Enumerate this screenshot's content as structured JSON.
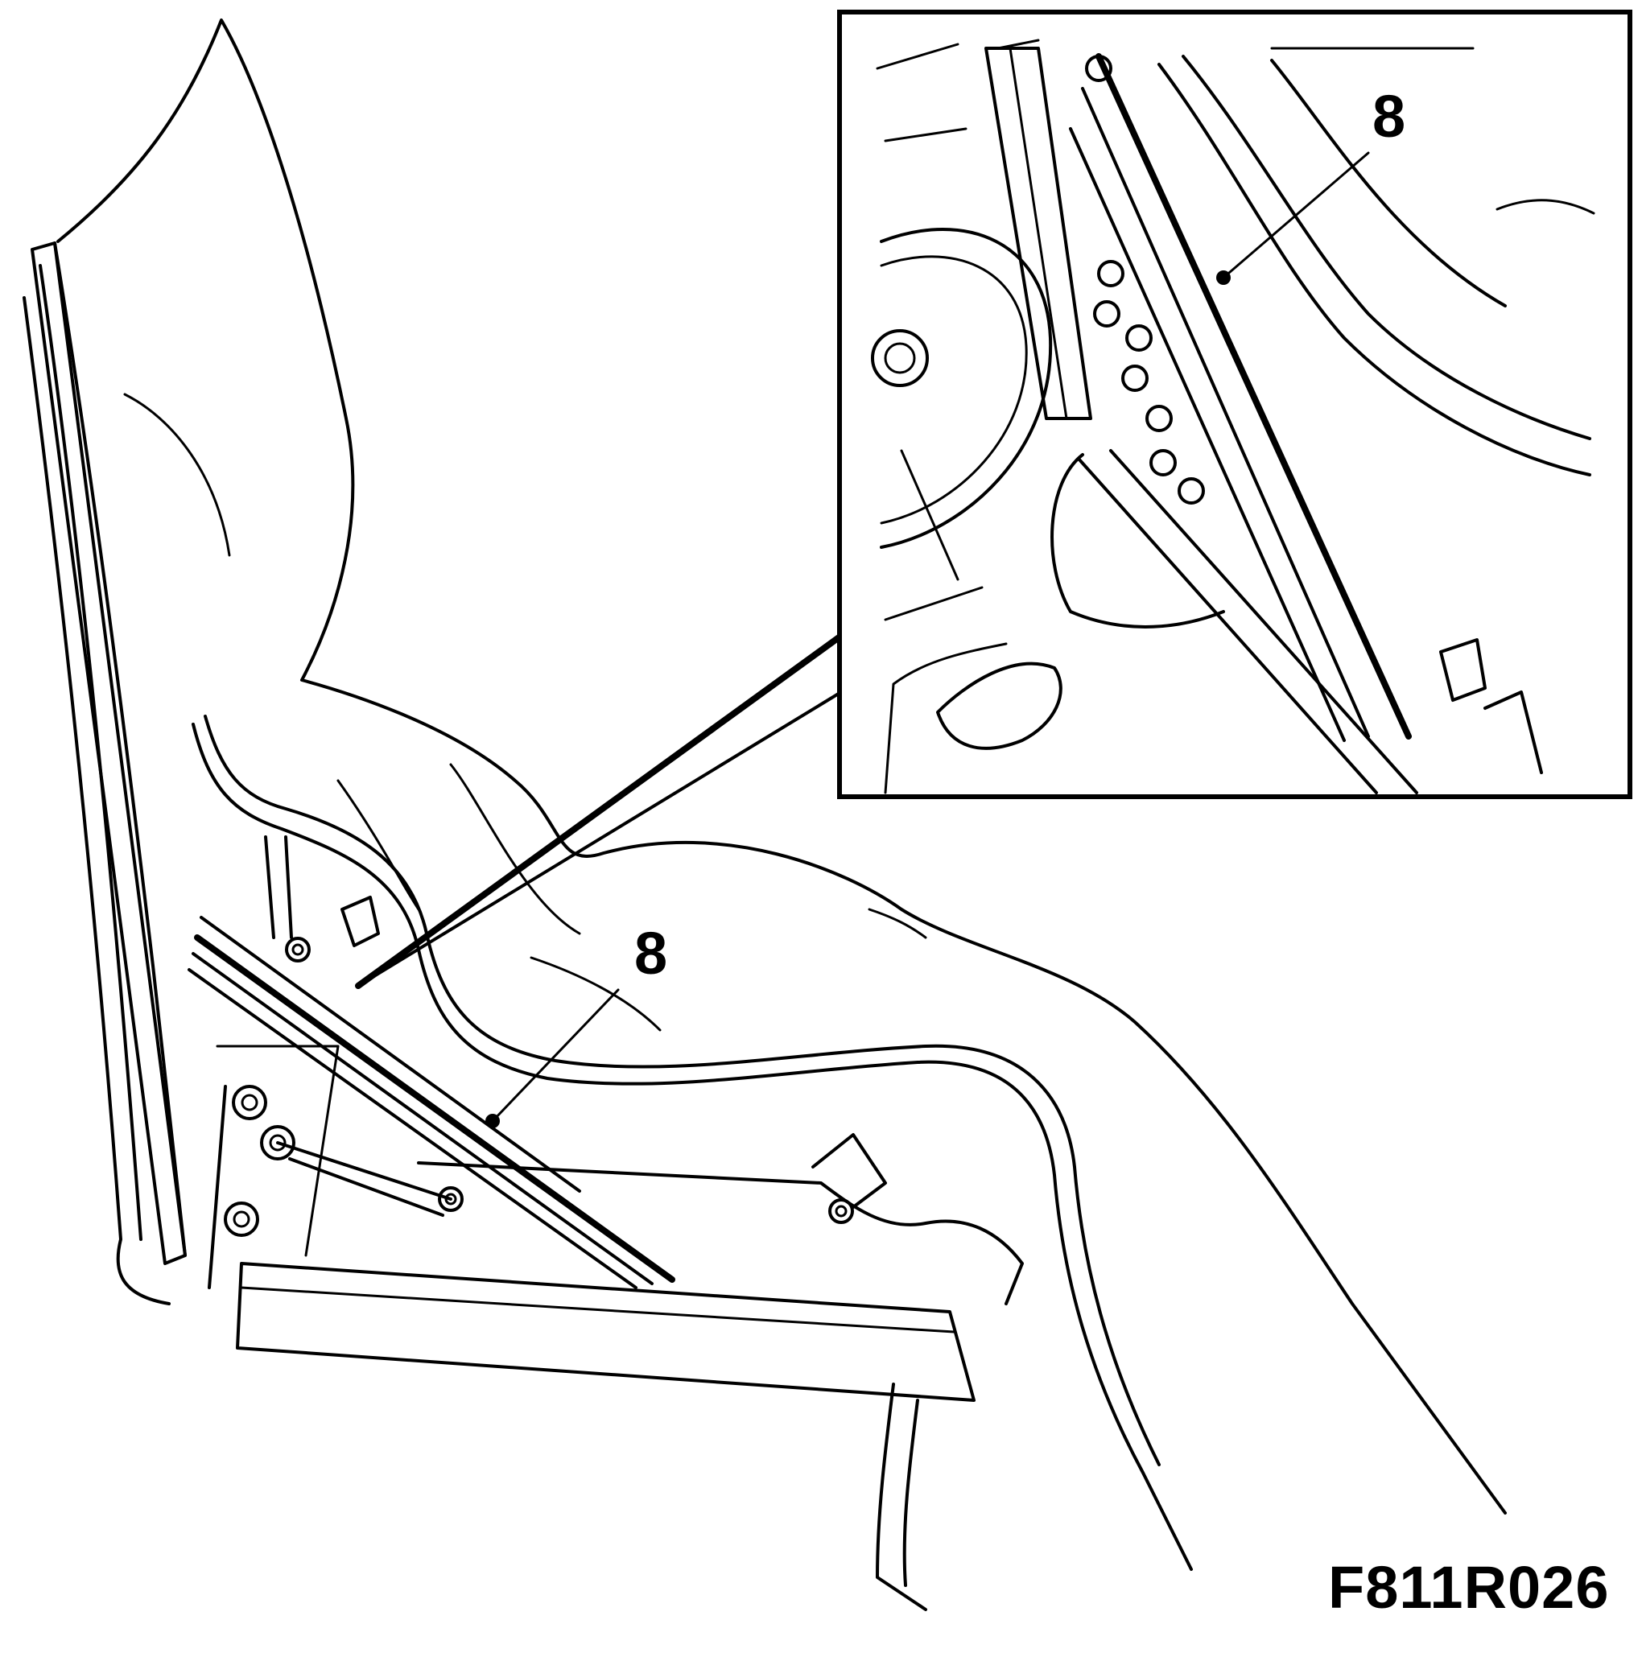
{
  "callouts": {
    "main_label": "8",
    "inset_label": "8"
  },
  "figure_id": "F811R026"
}
